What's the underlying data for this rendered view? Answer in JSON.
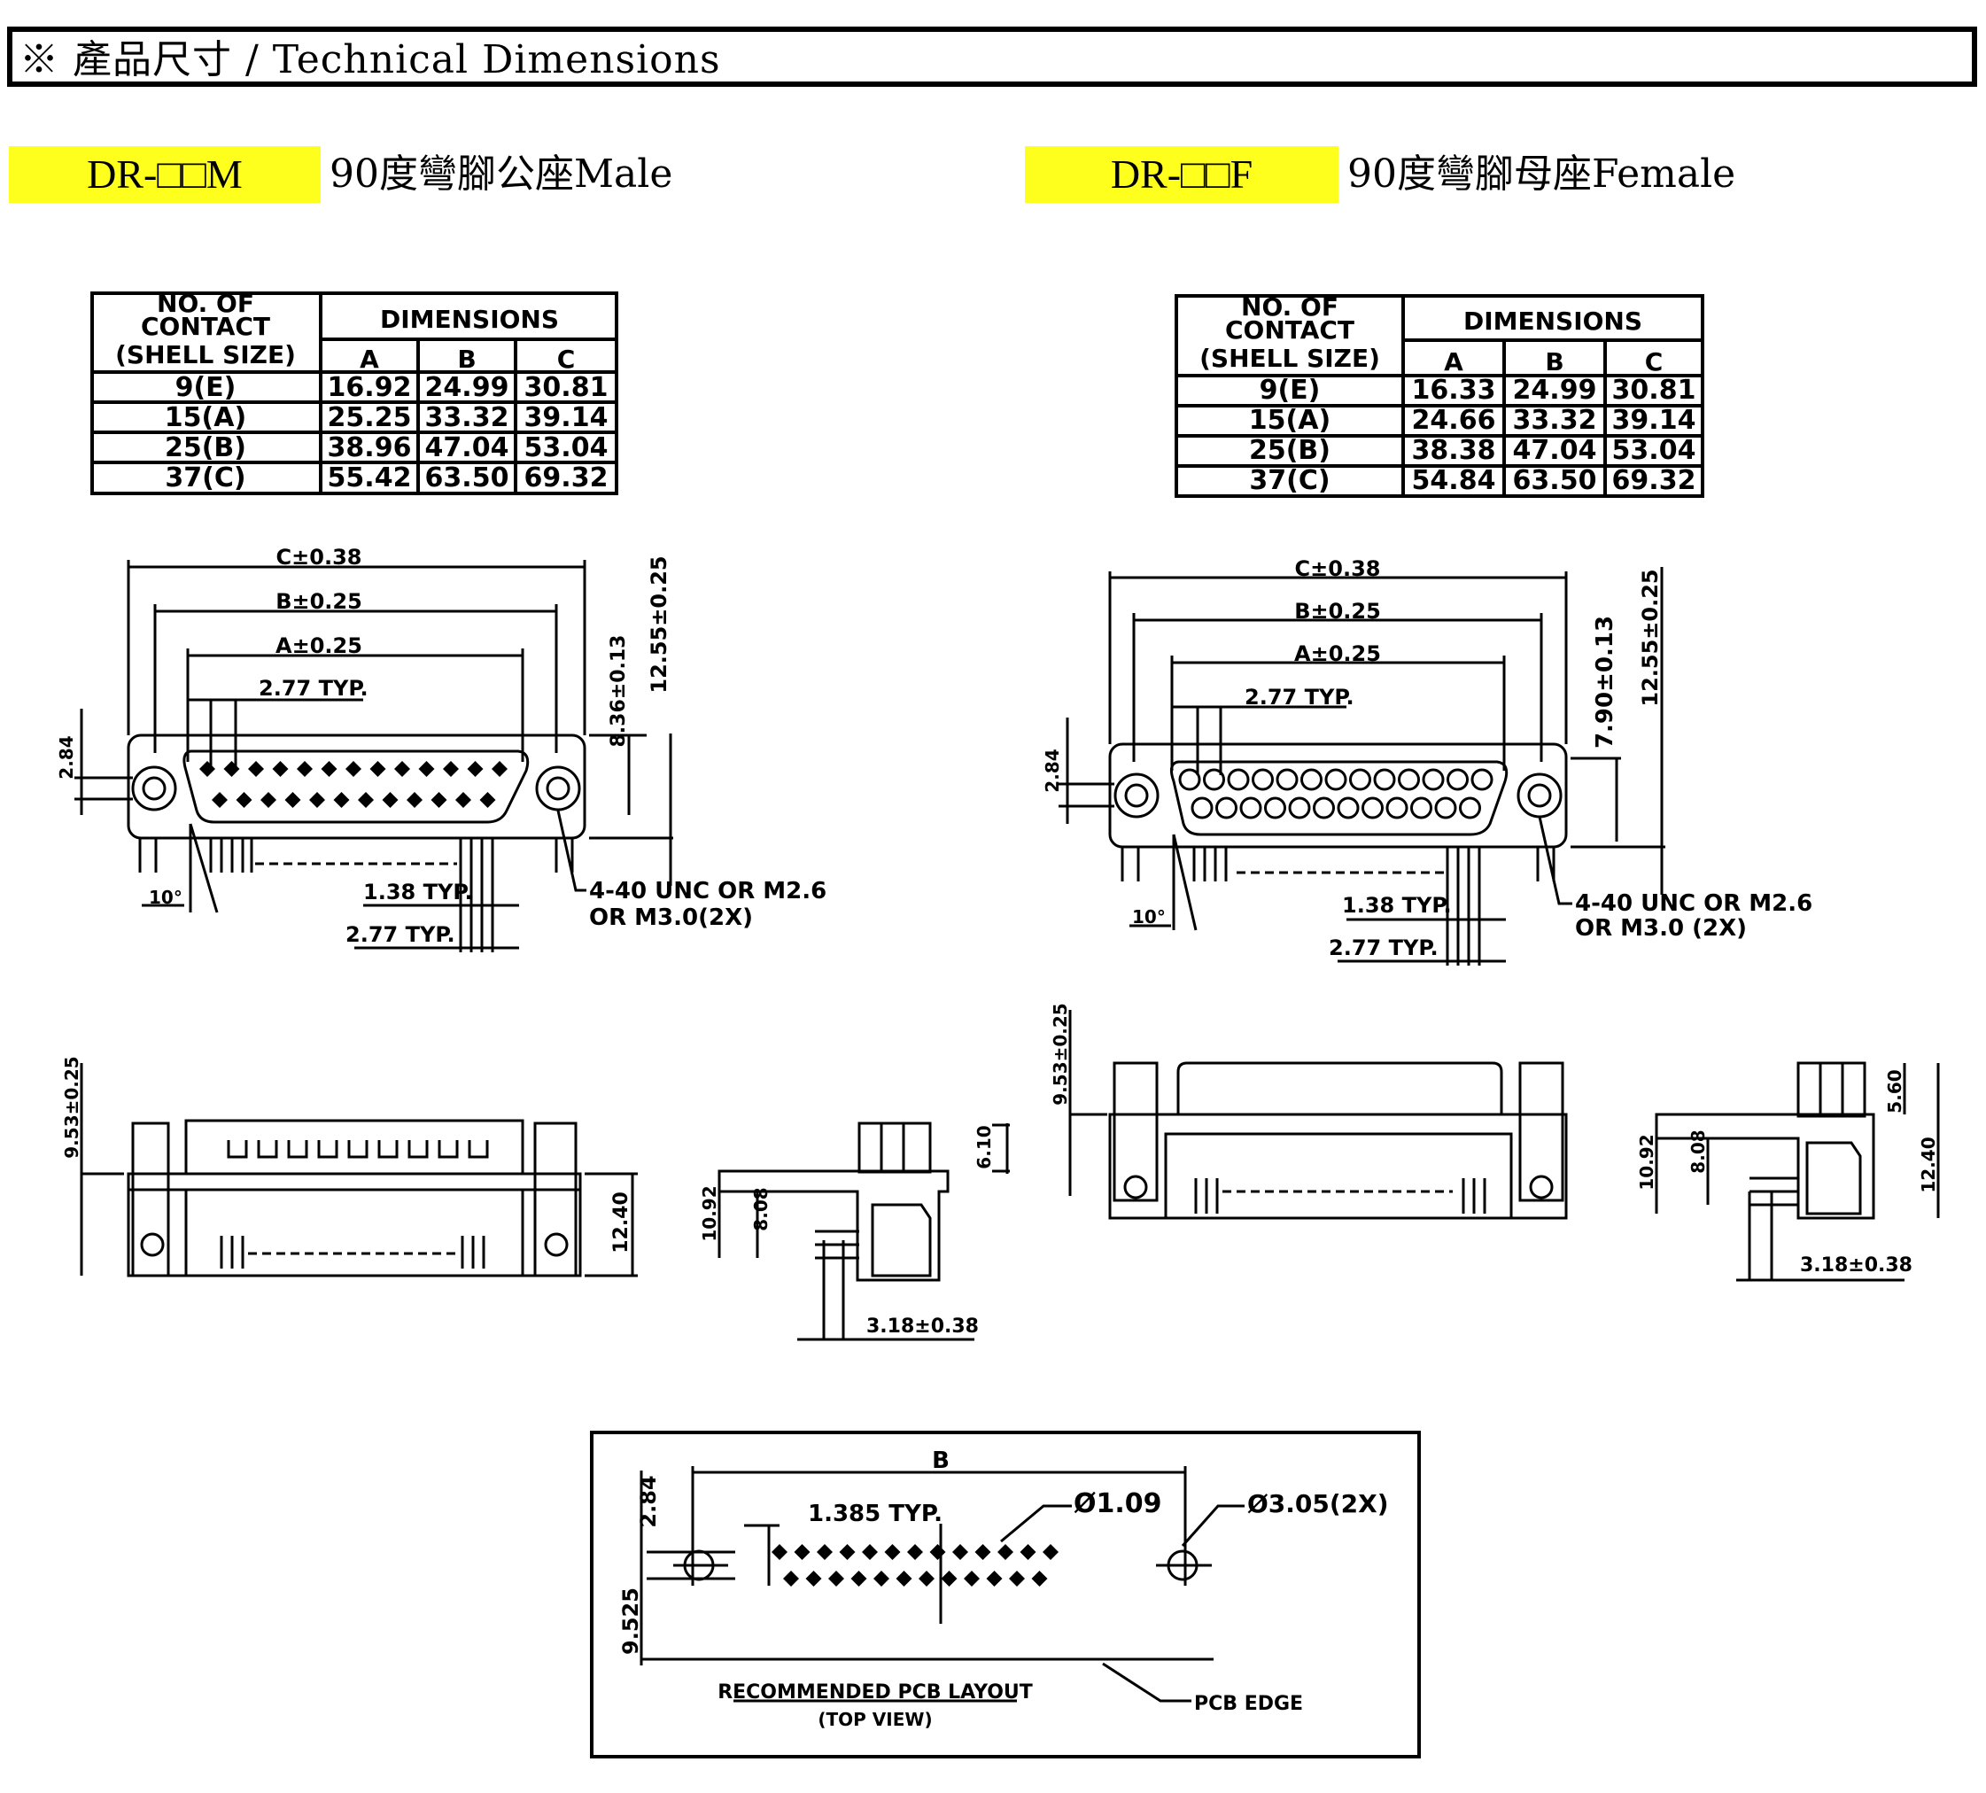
{
  "header": {
    "title": "※ 產品尺寸 / Technical Dimensions"
  },
  "male": {
    "part_label": "DR-□□M",
    "description": "90度彎腳公座Male",
    "table": {
      "col_contact": [
        "NO. OF",
        "CONTACT",
        "(SHELL SIZE)"
      ],
      "col_dimensions": "DIMENSIONS",
      "cols": [
        "A",
        "B",
        "C"
      ],
      "rows": [
        {
          "contact": "9(E)",
          "a": "16.92",
          "b": "24.99",
          "c": "30.81"
        },
        {
          "contact": "15(A)",
          "a": "25.25",
          "b": "33.32",
          "c": "39.14"
        },
        {
          "contact": "25(B)",
          "a": "38.96",
          "b": "47.04",
          "c": "53.04"
        },
        {
          "contact": "37(C)",
          "a": "55.42",
          "b": "63.50",
          "c": "69.32"
        }
      ]
    },
    "dims": {
      "c": "C±0.38",
      "b": "B±0.25",
      "a": "A±0.25",
      "pitch": "2.77 TYP.",
      "h1": "2.84",
      "h2": "8.36±0.13",
      "h3": "12.55±0.25",
      "angle": "10°",
      "pin_pitch": "1.38 TYP.",
      "pin_pitch2": "2.77 TYP.",
      "screw1": "4-40 UNC OR M2.6",
      "screw2": "OR M3.0(2X)",
      "front_h1": "9.53±0.25",
      "front_h2": "12.40",
      "side_w": "6.10",
      "side_h1": "10.92",
      "side_h2": "8.08",
      "side_d": "3.18±0.38"
    }
  },
  "female": {
    "part_label": "DR-□□F",
    "description": "90度彎腳母座Female",
    "table": {
      "col_contact": [
        "NO. OF",
        "CONTACT",
        "(SHELL SIZE)"
      ],
      "col_dimensions": "DIMENSIONS",
      "cols": [
        "A",
        "B",
        "C"
      ],
      "rows": [
        {
          "contact": "9(E)",
          "a": "16.33",
          "b": "24.99",
          "c": "30.81"
        },
        {
          "contact": "15(A)",
          "a": "24.66",
          "b": "33.32",
          "c": "39.14"
        },
        {
          "contact": "25(B)",
          "a": "38.38",
          "b": "47.04",
          "c": "53.04"
        },
        {
          "contact": "37(C)",
          "a": "54.84",
          "b": "63.50",
          "c": "69.32"
        }
      ]
    },
    "dims": {
      "c": "C±0.38",
      "b": "B±0.25",
      "a": "A±0.25",
      "pitch": "2.77 TYP.",
      "h1": "2.84",
      "h2": "7.90±0.13",
      "h3": "12.55±0.25",
      "angle": "10°",
      "pin_pitch": "1.38 TYP.",
      "pin_pitch2": "2.77 TYP.",
      "screw1": "4-40 UNC OR M2.6",
      "screw2": "OR M3.0 (2X)",
      "front_h1": "9.53±0.25",
      "side_w": "5.60",
      "side_h1": "10.92",
      "side_h2": "8.08",
      "side_h3": "12.40",
      "side_d": "3.18±0.38"
    }
  },
  "pcb": {
    "b": "B",
    "h1": "2.84",
    "pitch": "1.385 TYP.",
    "hole": "Ø1.09",
    "mount": "Ø3.05(2X)",
    "h2": "9.525",
    "edge": "PCB EDGE",
    "title": "RECOMMENDED PCB LAYOUT",
    "subtitle": "(TOP VIEW)"
  }
}
